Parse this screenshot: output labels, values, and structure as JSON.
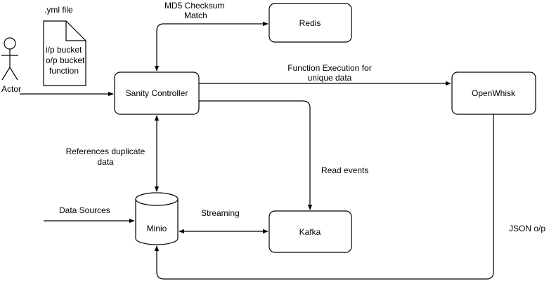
{
  "actor": {
    "label": "Actor"
  },
  "file": {
    "caption": ".yml file",
    "lines": [
      "i/p bucket",
      "o/p bucket",
      "function"
    ]
  },
  "nodes": {
    "redis": "Redis",
    "sanity_controller": "Sanity Controller",
    "openwhisk": "OpenWhisk",
    "minio": "Minio",
    "kafka": "Kafka"
  },
  "edge_labels": {
    "md5": [
      "MD5 Checksum",
      "Match"
    ],
    "function_execution": [
      "Function Execution for",
      "unique data"
    ],
    "references_duplicate": [
      "References duplicate",
      "data"
    ],
    "read_events": "Read events",
    "data_sources": "Data Sources",
    "streaming": "Streaming",
    "json_op": "JSON o/p"
  },
  "colors": {
    "stroke": "#000000",
    "fill": "#ffffff",
    "text": "#000000"
  }
}
